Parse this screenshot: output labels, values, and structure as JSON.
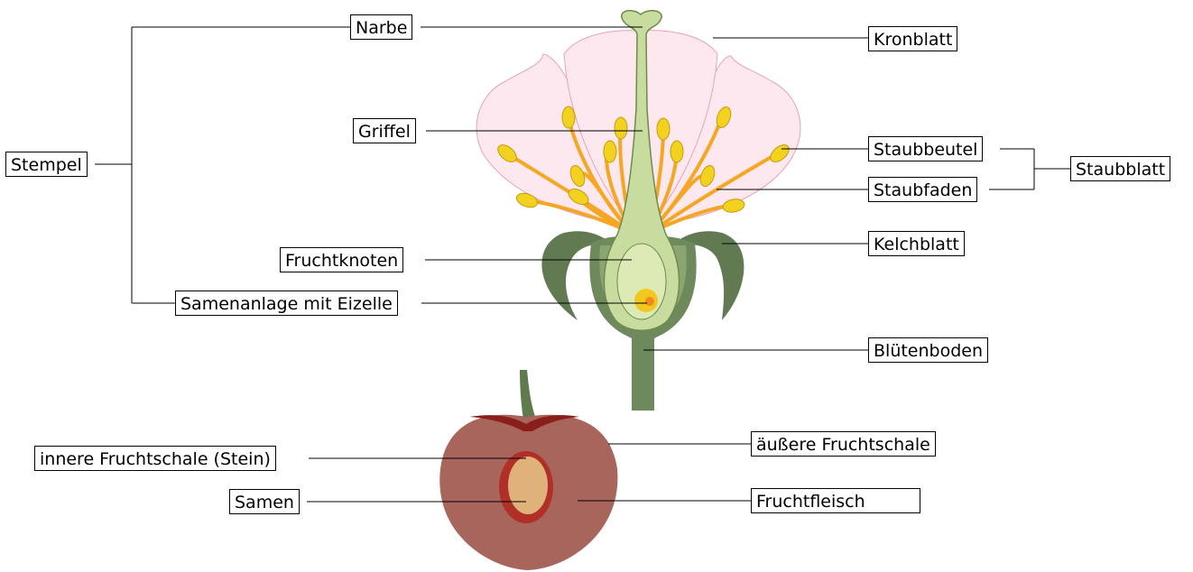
{
  "labels": {
    "narbe": "Narbe",
    "kronblatt": "Kronblatt",
    "griffel": "Griffel",
    "stempel": "Stempel",
    "staubbeutel": "Staubbeutel",
    "staubblatt": "Staubblatt",
    "staubfaden": "Staubfaden",
    "fruchtknoten": "Fruchtknoten",
    "kelchblatt": "Kelchblatt",
    "samenanlage": "Samenanlage mit Eizelle",
    "bluetenboden": "Blütenboden",
    "innere_fruchtschale": "innere Fruchtschale (Stein)",
    "aeussere_fruchtschale": "äußere Fruchtschale",
    "samen": "Samen",
    "fruchtfleisch": "Fruchtfleisch"
  },
  "colors": {
    "petal": "#fde8ef",
    "petal_stroke": "#e6a3b8",
    "pistil": "#c8dca0",
    "pistil_stroke": "#6f8a4a",
    "ovary_inner": "#dcebb6",
    "sepal": "#617a52",
    "receptacle": "#6e8a5c",
    "stamen_filament": "#f5a623",
    "anther": "#f2d21e",
    "ovule": "#f2c81e",
    "egg": "#f08a1e",
    "cherry_flesh": "#a8655c",
    "cherry_skin": "#8a1e1a",
    "pit": "#b03028",
    "seed": "#deb27a",
    "stem": "#5f7a4c"
  }
}
